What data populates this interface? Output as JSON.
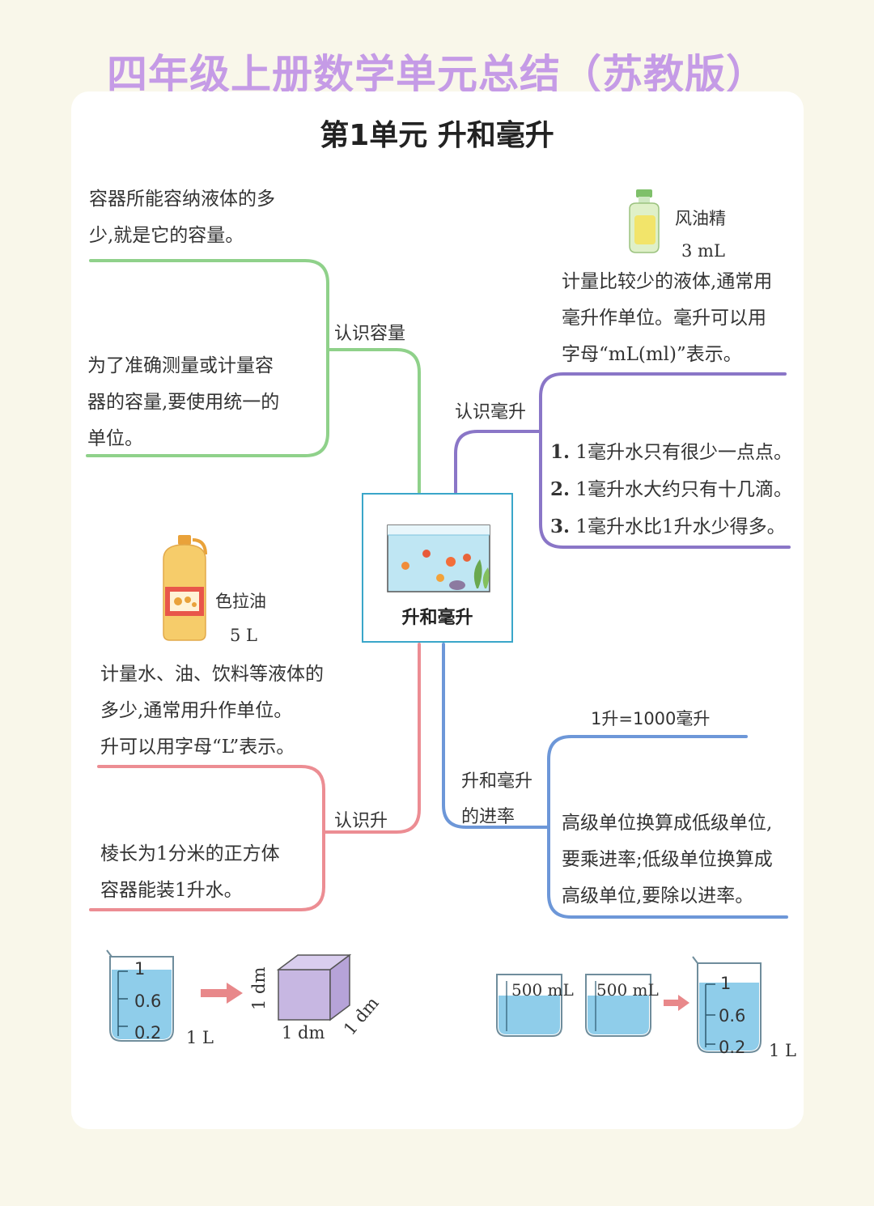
{
  "header": {
    "title": "四年级上册数学单元总结（苏教版）",
    "unit_title": "第1单元 升和毫升"
  },
  "center": {
    "label": "升和毫升"
  },
  "branches": {
    "capacity": {
      "label": "认识容量",
      "text1": [
        "容器所能容纳液体的多",
        "少,就是它的容量。"
      ],
      "text2": [
        "为了准确测量或计量容",
        "器的容量,要使用统一的",
        "单位。"
      ]
    },
    "liter": {
      "label": "认识升",
      "product": "色拉油",
      "amount": "5 L",
      "text1": [
        "计量水、油、饮料等液体的",
        "多少,通常用升作单位。",
        "升可以用字母“L”表示。"
      ],
      "text2": [
        "棱长为1分米的正方体",
        "容器能装1升水。"
      ]
    },
    "milliliter": {
      "label": "认识毫升",
      "product": "风油精",
      "amount": "3 mL",
      "text1": [
        "计量比较少的液体,通常用",
        "毫升作单位。毫升可以用",
        "字母“mL(ml)”表示。"
      ],
      "list": [
        {
          "num": "1.",
          "text": "1毫升水只有很少一点点。"
        },
        {
          "num": "2.",
          "text": "1毫升水大约只有十几滴。"
        },
        {
          "num": "3.",
          "text": "1毫升水比1升水少得多。"
        }
      ]
    },
    "rate": {
      "label_line1": "升和毫升",
      "label_line2": "的进率",
      "formula": "1升=1000毫升",
      "text": [
        "高级单位换算成低级单位,",
        "要乘进率;低级单位换算成",
        "高级单位,要除以进率。"
      ]
    }
  },
  "illustrations": {
    "beaker_left": {
      "marks": [
        "1",
        "0.6",
        "0.2"
      ],
      "label": "1 L"
    },
    "cube": {
      "height": "1 dm",
      "width": "1 dm",
      "depth": "1 dm"
    },
    "small_beakers": [
      "500 mL",
      "500 mL"
    ],
    "beaker_right": {
      "marks": [
        "1",
        "0.6",
        "0.2"
      ],
      "label": "1 L"
    }
  },
  "colors": {
    "capacity": "#8fd18a",
    "liter": "#ec8d93",
    "milliliter": "#8a76c7",
    "rate": "#6d97d8",
    "title": "#c59be6"
  }
}
